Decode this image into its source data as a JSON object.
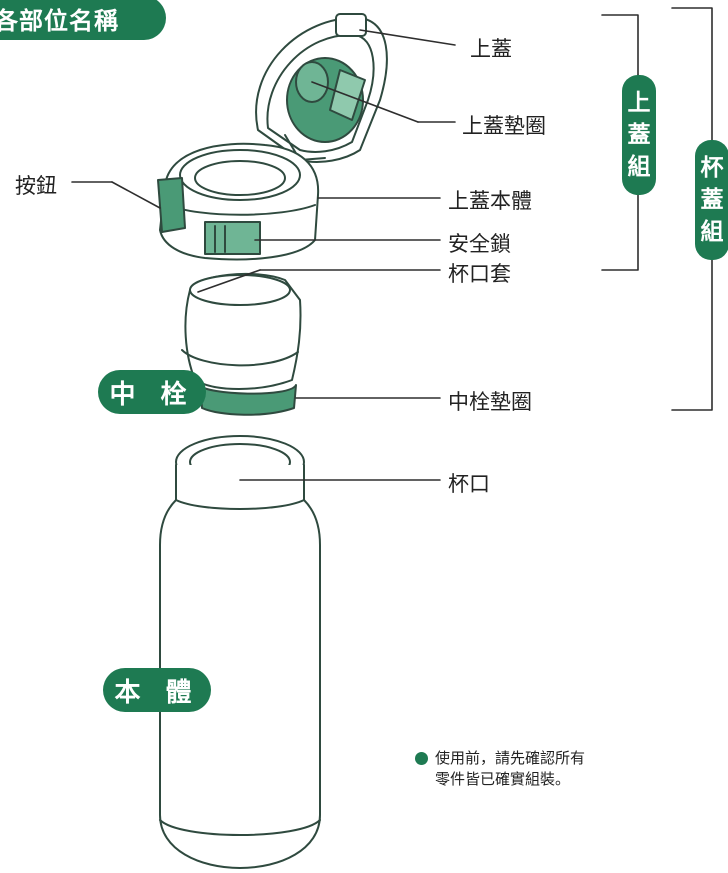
{
  "title": "各部位名稱",
  "parts": {
    "top_lid": "上蓋",
    "top_lid_gasket": "上蓋墊圈",
    "button": "按鈕",
    "top_lid_body": "上蓋本體",
    "safety_lock": "安全鎖",
    "mouth_cover": "杯口套",
    "stopper_gasket": "中栓墊圈",
    "mouth": "杯口"
  },
  "groups": {
    "lid_group": [
      "上",
      "蓋",
      "組"
    ],
    "cup_lid_group": [
      "杯",
      "蓋",
      "組"
    ]
  },
  "section_labels": {
    "stopper": "中 栓",
    "body": "本 體"
  },
  "note": {
    "line1": "使用前，請先確認所有",
    "line2": "零件皆已確實組裝。"
  },
  "colors": {
    "accent": "#1e7a52",
    "light_accent": "#4a9a76",
    "line": "#2e2e2e"
  }
}
